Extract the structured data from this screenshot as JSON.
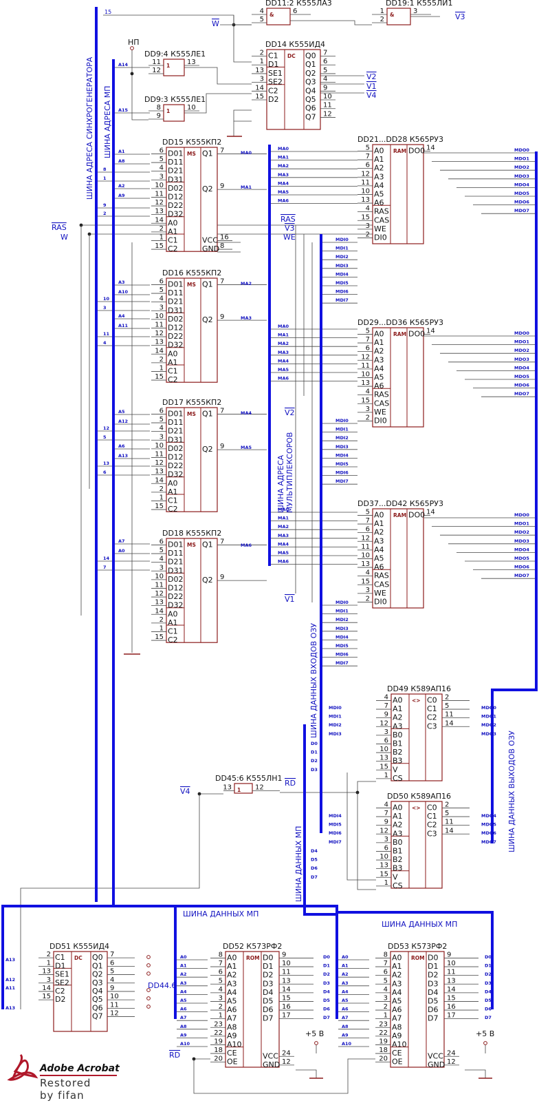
{
  "chips": [
    {
      "id": "dd11",
      "title": "DD11:2  К555ЛА3",
      "marker": "&",
      "ins": [
        [
          "4",
          ""
        ],
        [
          "5",
          ""
        ]
      ],
      "outs": [
        [
          "6",
          ""
        ]
      ]
    },
    {
      "id": "dd19",
      "title": "DD19:1 К555ЛИ1",
      "marker": "&",
      "ins": [
        [
          "1",
          ""
        ],
        [
          "2",
          ""
        ]
      ],
      "outs": [
        [
          "3",
          ""
        ]
      ]
    },
    {
      "id": "dd14",
      "title": "DD14  К555ИД4",
      "marker": "DC",
      "ins": [
        [
          "2",
          "C1"
        ],
        [
          "1",
          "D1"
        ],
        [
          "13",
          "SE1"
        ],
        [
          "3",
          "SE2"
        ],
        [
          "14",
          "C2"
        ],
        [
          "15",
          "D2"
        ]
      ],
      "outs": [
        [
          "7",
          "Q0"
        ],
        [
          "6",
          "Q1"
        ],
        [
          "5",
          "Q2"
        ],
        [
          "4",
          "Q3"
        ],
        [
          "9",
          "Q4"
        ],
        [
          "10",
          "Q5"
        ],
        [
          "11",
          "Q6"
        ],
        [
          "12",
          "Q7"
        ]
      ]
    },
    {
      "id": "dd9a",
      "title": "DD9:4  К555ЛЕ1",
      "marker": "1",
      "ins": [
        [
          "11",
          ""
        ],
        [
          "12",
          ""
        ]
      ],
      "outs": [
        [
          "13",
          ""
        ]
      ]
    },
    {
      "id": "dd9b",
      "title": "DD9:3  К555ЛЕ1",
      "marker": "1",
      "ins": [
        [
          "8",
          ""
        ],
        [
          "9",
          ""
        ]
      ],
      "outs": [
        [
          "10",
          ""
        ]
      ]
    },
    {
      "id": "dd15",
      "title": "DD15  К555КП2",
      "marker": "MS",
      "ins": [
        [
          "6",
          "D01"
        ],
        [
          "5",
          "D11"
        ],
        [
          "4",
          "D21"
        ],
        [
          "3",
          "D31"
        ],
        [
          "10",
          "D02"
        ],
        [
          "11",
          "D12"
        ],
        [
          "12",
          "D22"
        ],
        [
          "13",
          "D32"
        ],
        [
          "14",
          "A0"
        ],
        [
          "2",
          "A1"
        ],
        [
          "1",
          "C1"
        ],
        [
          "15",
          "C2"
        ]
      ],
      "outs": [
        [
          "7",
          "Q1"
        ],
        [
          "9",
          "Q2"
        ]
      ],
      "extra": [
        [
          "16",
          "VCC"
        ],
        [
          "8",
          "GND"
        ]
      ]
    },
    {
      "id": "dd16",
      "title": "DD16  К555КП2",
      "marker": "MS",
      "ins": [
        [
          "6",
          "D01"
        ],
        [
          "5",
          "D11"
        ],
        [
          "4",
          "D21"
        ],
        [
          "3",
          "D31"
        ],
        [
          "10",
          "D02"
        ],
        [
          "11",
          "D12"
        ],
        [
          "12",
          "D22"
        ],
        [
          "13",
          "D32"
        ],
        [
          "14",
          "A0"
        ],
        [
          "2",
          "A1"
        ],
        [
          "1",
          "C1"
        ],
        [
          "15",
          "C2"
        ]
      ],
      "outs": [
        [
          "7",
          "Q1"
        ],
        [
          "9",
          "Q2"
        ]
      ]
    },
    {
      "id": "dd17",
      "title": "DD17  К555КП2",
      "marker": "MS",
      "ins": [
        [
          "6",
          "D01"
        ],
        [
          "5",
          "D11"
        ],
        [
          "4",
          "D21"
        ],
        [
          "3",
          "D31"
        ],
        [
          "10",
          "D02"
        ],
        [
          "11",
          "D12"
        ],
        [
          "12",
          "D22"
        ],
        [
          "13",
          "D32"
        ],
        [
          "14",
          "A0"
        ],
        [
          "2",
          "A1"
        ],
        [
          "1",
          "C1"
        ],
        [
          "15",
          "C2"
        ]
      ],
      "outs": [
        [
          "7",
          "Q1"
        ],
        [
          "9",
          "Q2"
        ]
      ]
    },
    {
      "id": "dd18",
      "title": "DD18  К555КП2",
      "marker": "MS",
      "ins": [
        [
          "6",
          "D01"
        ],
        [
          "5",
          "D11"
        ],
        [
          "4",
          "D21"
        ],
        [
          "3",
          "D31"
        ],
        [
          "10",
          "D02"
        ],
        [
          "11",
          "D12"
        ],
        [
          "12",
          "D22"
        ],
        [
          "13",
          "D32"
        ],
        [
          "14",
          "A0"
        ],
        [
          "2",
          "A1"
        ],
        [
          "1",
          "C1"
        ],
        [
          "15",
          "C2"
        ]
      ],
      "outs": [
        [
          "7",
          "Q1"
        ],
        [
          "9",
          "Q2"
        ]
      ]
    },
    {
      "id": "dd21",
      "title": "DD21...DD28  К565РУ3",
      "marker": "RAM",
      "ins": [
        [
          "5",
          "A0"
        ],
        [
          "7",
          "A1"
        ],
        [
          "6",
          "A2"
        ],
        [
          "12",
          "A3"
        ],
        [
          "11",
          "A4"
        ],
        [
          "10",
          "A5"
        ],
        [
          "13",
          "A6"
        ],
        [
          "4",
          "RAS"
        ],
        [
          "15",
          "CAS"
        ],
        [
          "3",
          "WE"
        ],
        [
          "2",
          "DI0"
        ]
      ],
      "outs": [
        [
          "14",
          "DO0"
        ]
      ]
    },
    {
      "id": "dd29",
      "title": "DD29...DD36  К565РУ3",
      "marker": "RAM",
      "ins": [
        [
          "5",
          "A0"
        ],
        [
          "7",
          "A1"
        ],
        [
          "6",
          "A2"
        ],
        [
          "12",
          "A3"
        ],
        [
          "11",
          "A4"
        ],
        [
          "10",
          "A5"
        ],
        [
          "13",
          "A6"
        ],
        [
          "4",
          "RAS"
        ],
        [
          "15",
          "CAS"
        ],
        [
          "3",
          "WE"
        ],
        [
          "2",
          "DI0"
        ]
      ],
      "outs": [
        [
          "14",
          "DO0"
        ]
      ]
    },
    {
      "id": "dd37",
      "title": "DD37...DD42  К565РУ3",
      "marker": "RAM",
      "ins": [
        [
          "5",
          "A0"
        ],
        [
          "7",
          "A1"
        ],
        [
          "6",
          "A2"
        ],
        [
          "12",
          "A3"
        ],
        [
          "11",
          "A4"
        ],
        [
          "10",
          "A5"
        ],
        [
          "13",
          "A6"
        ],
        [
          "4",
          "RAS"
        ],
        [
          "15",
          "CAS"
        ],
        [
          "3",
          "WE"
        ],
        [
          "2",
          "DI0"
        ]
      ],
      "outs": [
        [
          "14",
          "DO0"
        ]
      ]
    },
    {
      "id": "dd49",
      "title": "DD49   К589АП16",
      "marker": "<>",
      "ins": [
        [
          "4",
          "A0"
        ],
        [
          "7",
          "A1"
        ],
        [
          "9",
          "A2"
        ],
        [
          "12",
          "A3"
        ],
        [
          "3",
          "B0"
        ],
        [
          "6",
          "B1"
        ],
        [
          "10",
          "B2"
        ],
        [
          "13",
          "B3"
        ],
        [
          "15",
          "V"
        ],
        [
          "1",
          "CS"
        ]
      ],
      "outs": [
        [
          "2",
          "C0"
        ],
        [
          "5",
          "C1"
        ],
        [
          "11",
          "C2"
        ],
        [
          "14",
          "C3"
        ]
      ]
    },
    {
      "id": "dd50",
      "title": "DD50   К589АП16",
      "marker": "<>",
      "ins": [
        [
          "4",
          "A0"
        ],
        [
          "7",
          "A1"
        ],
        [
          "9",
          "A2"
        ],
        [
          "12",
          "A3"
        ],
        [
          "3",
          "B0"
        ],
        [
          "6",
          "B1"
        ],
        [
          "10",
          "B2"
        ],
        [
          "13",
          "B3"
        ],
        [
          "15",
          "V"
        ],
        [
          "1",
          "CS"
        ]
      ],
      "outs": [
        [
          "2",
          "C0"
        ],
        [
          "5",
          "C1"
        ],
        [
          "11",
          "C2"
        ],
        [
          "14",
          "C3"
        ]
      ]
    },
    {
      "id": "dd45",
      "title": "DD45:6  К555ЛН1",
      "marker": "1",
      "ins": [
        [
          "13",
          ""
        ]
      ],
      "outs": [
        [
          "12",
          ""
        ]
      ]
    },
    {
      "id": "dd51",
      "title": "DD51   К555ИД4",
      "marker": "DC",
      "ins": [
        [
          "2",
          "C1"
        ],
        [
          "1",
          "D1"
        ],
        [
          "13",
          "SE1"
        ],
        [
          "3",
          "SE2"
        ],
        [
          "14",
          "C2"
        ],
        [
          "15",
          "D2"
        ]
      ],
      "outs": [
        [
          "7",
          "Q0"
        ],
        [
          "6",
          "Q1"
        ],
        [
          "5",
          "Q2"
        ],
        [
          "4",
          "Q3"
        ],
        [
          "9",
          "Q4"
        ],
        [
          "10",
          "Q5"
        ],
        [
          "11",
          "Q6"
        ],
        [
          "12",
          "Q7"
        ]
      ]
    },
    {
      "id": "dd52",
      "title": "DD52   К573РФ2",
      "marker": "ROM",
      "ins": [
        [
          "8",
          "A0"
        ],
        [
          "7",
          "A1"
        ],
        [
          "6",
          "A2"
        ],
        [
          "5",
          "A3"
        ],
        [
          "4",
          "A4"
        ],
        [
          "3",
          "A5"
        ],
        [
          "2",
          "A6"
        ],
        [
          "1",
          "A7"
        ],
        [
          "23",
          "A8"
        ],
        [
          "22",
          "A9"
        ],
        [
          "19",
          "A10"
        ],
        [
          "18",
          "CE"
        ],
        [
          "20",
          "OE"
        ]
      ],
      "outs": [
        [
          "9",
          "D0"
        ],
        [
          "10",
          "D1"
        ],
        [
          "11",
          "D2"
        ],
        [
          "13",
          "D3"
        ],
        [
          "14",
          "D4"
        ],
        [
          "15",
          "D5"
        ],
        [
          "16",
          "D6"
        ],
        [
          "17",
          "D7"
        ]
      ],
      "extra": [
        [
          "24",
          "VCC"
        ],
        [
          "12",
          "GND"
        ]
      ]
    },
    {
      "id": "dd53",
      "title": "DD53   К573РФ2",
      "marker": "ROM",
      "ins": [
        [
          "8",
          "A0"
        ],
        [
          "7",
          "A1"
        ],
        [
          "6",
          "A2"
        ],
        [
          "5",
          "A3"
        ],
        [
          "4",
          "A4"
        ],
        [
          "3",
          "A5"
        ],
        [
          "2",
          "A6"
        ],
        [
          "1",
          "A7"
        ],
        [
          "23",
          "A8"
        ],
        [
          "22",
          "A9"
        ],
        [
          "19",
          "A10"
        ],
        [
          "18",
          "CE"
        ],
        [
          "20",
          "OE"
        ]
      ],
      "outs": [
        [
          "9",
          "D0"
        ],
        [
          "10",
          "D1"
        ],
        [
          "11",
          "D2"
        ],
        [
          "13",
          "D3"
        ],
        [
          "14",
          "D4"
        ],
        [
          "15",
          "D5"
        ],
        [
          "16",
          "D6"
        ],
        [
          "17",
          "D7"
        ]
      ],
      "extra": [
        [
          "24",
          "VCC"
        ],
        [
          "12",
          "GND"
        ]
      ]
    }
  ],
  "bus_names": {
    "sync": "ШИНА АДРЕСА СИНХРОГЕНЕРАТОРА",
    "addr_mp": "ШИНА АДРЕСА МП",
    "mux": "ШИНА АДРЕСА\nМУЛЬТИПЛЕКСОРОВ",
    "din": "ШИНА ДАННЫХ ВХОДОВ ОЗУ",
    "dout": "ШИНА ДАННЫХ ВЫХОДОВ ОЗУ",
    "data_mp": "ШИНА ДАННЫХ МП"
  },
  "signals": {
    "np": "НП",
    "w": "W",
    "ras": "RAS",
    "v1": "V1",
    "v2": "V2",
    "v3": "V3",
    "v4": "V4",
    "rd": "RD",
    "plus5": "+5 В",
    "dd446": "DD44.6",
    "fifteen": "15"
  },
  "bus_line_labels": {
    "a_mp": [
      "A14",
      "A15",
      "A1",
      "A8",
      "A2",
      "A9",
      "A3",
      "A10",
      "A4",
      "A11",
      "A5",
      "A12",
      "A6",
      "A13",
      "A7",
      "A0"
    ],
    "sync": [
      "8",
      "1",
      "9",
      "2",
      "10",
      "3",
      "11",
      "4",
      "12",
      "5",
      "13",
      "6",
      "14",
      "7"
    ],
    "ma": [
      "MA0",
      "MA1",
      "MA2",
      "MA3",
      "MA4",
      "MA5",
      "MA6"
    ],
    "mdi": [
      "MDI0",
      "MDI1",
      "MDI2",
      "MDI3",
      "MDI4",
      "MDI5",
      "MDI6",
      "MDI7"
    ],
    "mdo": [
      "MDO0",
      "MDO1",
      "MDO2",
      "MDO3",
      "MDO4",
      "MDO5",
      "MDO6",
      "MDO7"
    ],
    "d": [
      "D0",
      "D1",
      "D2",
      "D3",
      "D4",
      "D5",
      "D6",
      "D7"
    ]
  },
  "logo": {
    "line1": "Adobe Acrobat",
    "line2": "Restored",
    "line3": "by fifan"
  }
}
